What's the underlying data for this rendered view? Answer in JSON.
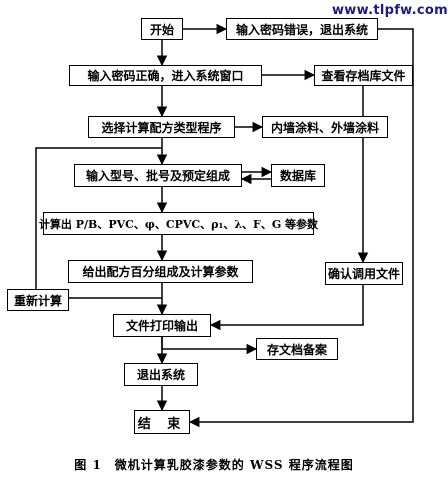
{
  "watermark": "www.tlpfw.com",
  "nodes": {
    "start": "开始",
    "wrong_pwd": "输入密码错误，退出系统",
    "right_pwd": "输入密码正确，进入系统窗口",
    "view_archive": "查看存档库文件",
    "select_type": "选择计算配方类型程序",
    "coating_type": "内墙涂料、外墙涂料",
    "input_model": "输入型号、批号及预定组成",
    "database": "数据库",
    "compute_params": "计算出 P/B、PVC、φ、CPVC、ρ₁、λ、F、G 等参数",
    "output_formula": "给出配方百分组成及计算参数",
    "confirm_file": "确认调用文件",
    "recompute": "重新计算",
    "print_output": "文件打印输出",
    "archive": "存文档备案",
    "exit_system": "退出系统",
    "end": "结 束"
  },
  "caption": "图 1　微机计算乳胶漆参数的 WSS 程序流程图"
}
